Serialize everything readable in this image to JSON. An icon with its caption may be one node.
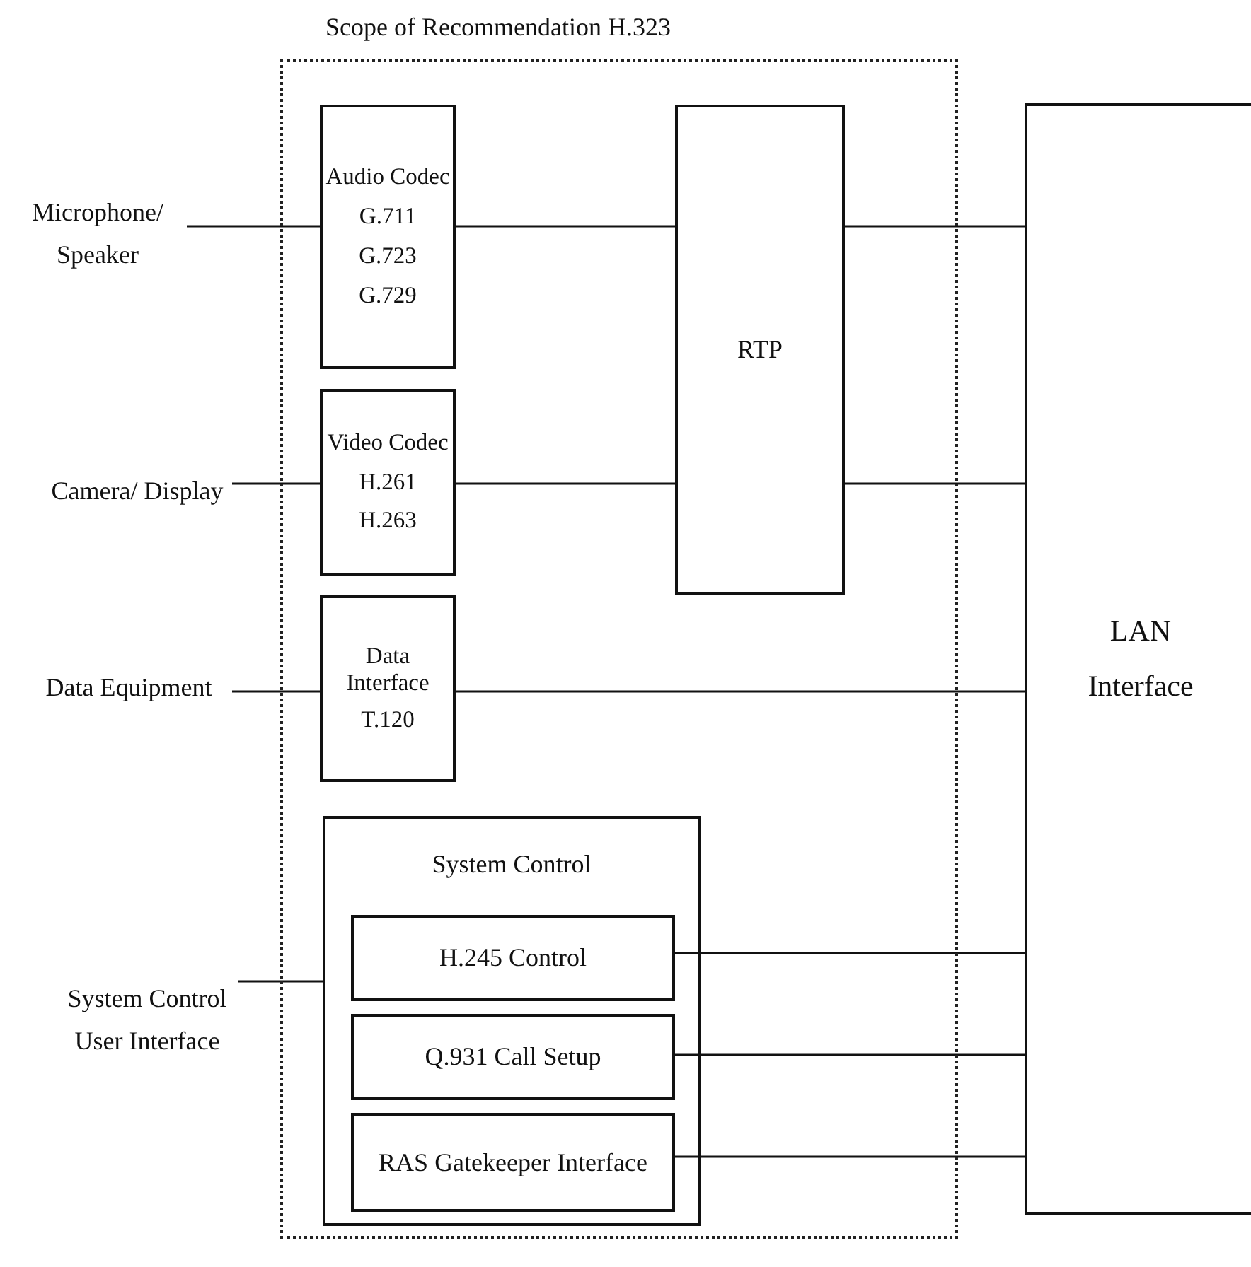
{
  "diagram": {
    "nodes": [
      {
        "text": [
          "Scope of Recommendation H.323"
        ]
      },
      {
        "text": [
          "Audio Codec",
          "G.711",
          "G.723",
          "G.729"
        ],
        "in": 0
      },
      {
        "text": [
          "RTP"
        ],
        "in": 0
      },
      {
        "text": [
          "LAN Interface"
        ]
      },
      {
        "text": [
          "Microphone/ Speaker"
        ]
      },
      {
        "text": [
          "Video Codec",
          "H.261",
          "H.263"
        ],
        "in": 0
      },
      {
        "text": [
          "Camera/ Display"
        ]
      },
      {
        "text": [
          "Data Interface",
          "T.120"
        ],
        "in": 0
      },
      {
        "text": [
          "Data Equipment"
        ]
      },
      {
        "text": [
          "System Control"
        ],
        "in": 0
      },
      {
        "text": [
          "H.245 Control"
        ],
        "in": 9
      },
      {
        "text": [
          "Q.931 Call Setup"
        ],
        "in": 9
      },
      {
        "text": [
          "RAS Gatekeeper Interface"
        ],
        "in": 9
      },
      {
        "text": [
          "System Control User Interface"
        ]
      }
    ],
    "edges": [
      {
        "from": 4,
        "to": 1,
        "arrow": "none"
      },
      {
        "from": 6,
        "to": 5,
        "arrow": "none"
      },
      {
        "from": 8,
        "to": 7,
        "arrow": "none"
      },
      {
        "from": 13,
        "to": 9,
        "arrow": "none"
      },
      {
        "from": 1,
        "to": 2,
        "arrow": "none"
      },
      {
        "from": 5,
        "to": 2,
        "arrow": "none"
      },
      {
        "from": 2,
        "to": 3,
        "arrow": "none"
      },
      {
        "from": 2,
        "to": 3,
        "arrow": "none"
      },
      {
        "from": 7,
        "to": 3,
        "arrow": "none"
      },
      {
        "from": 10,
        "to": 3,
        "arrow": "none"
      },
      {
        "from": 11,
        "to": 3,
        "arrow": "none"
      },
      {
        "from": 12,
        "to": 3,
        "arrow": "none"
      }
    ]
  }
}
